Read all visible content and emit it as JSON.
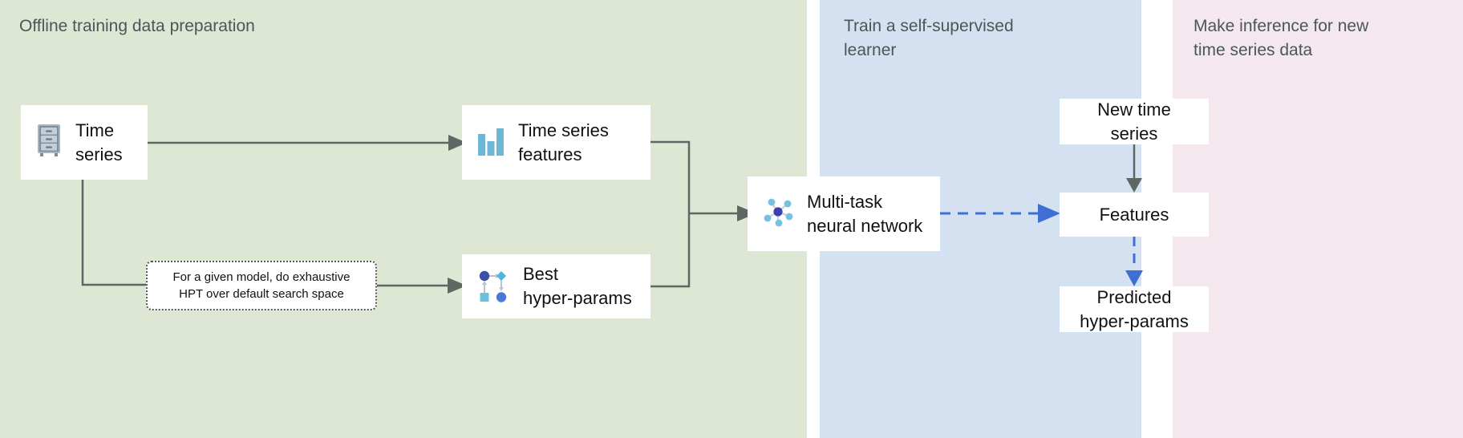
{
  "panels": [
    {
      "id": "offline",
      "title": "Offline training data preparation",
      "bg": "#dde7d3"
    },
    {
      "id": "train",
      "title": "Train a self-supervised\nlearner",
      "bg": "#d4e1f0"
    },
    {
      "id": "infer",
      "title": "Make inference for new\ntime series data",
      "bg": "#f4e7ee"
    }
  ],
  "nodes": {
    "time_series": {
      "label": "Time\nseries",
      "icon": "file-cabinet-icon"
    },
    "ts_features": {
      "label": "Time series\nfeatures",
      "icon": "bar-chart-icon"
    },
    "best_hp": {
      "label": "Best\nhyper-params",
      "icon": "hyperparameter-grid-icon"
    },
    "neural_net": {
      "label": "Multi-task\nneural network",
      "icon": "neural-network-icon"
    },
    "new_time_series": {
      "label": "New time\nseries"
    },
    "features": {
      "label": "Features"
    },
    "predicted_hp": {
      "label": "Predicted\nhyper-params"
    }
  },
  "annotations": {
    "hpt": "For a given model, do exhaustive\nHPT over default search space"
  },
  "colors": {
    "panel_offline": "#dde7d3",
    "panel_train": "#d4e1f0",
    "panel_infer": "#f4e7ee",
    "node_bg": "#ffffff",
    "connector_solid": "#5f6764",
    "connector_dashed": "#3f6fd4",
    "title_text": "#4c5656",
    "body_text": "#111111",
    "icon_blue_light": "#72b8d8",
    "icon_blue_dark": "#3c4fa8",
    "icon_teal": "#4fb8dd",
    "icon_blue_mid": "#4a79d8",
    "icon_cabinet": "#8a9aa5"
  }
}
